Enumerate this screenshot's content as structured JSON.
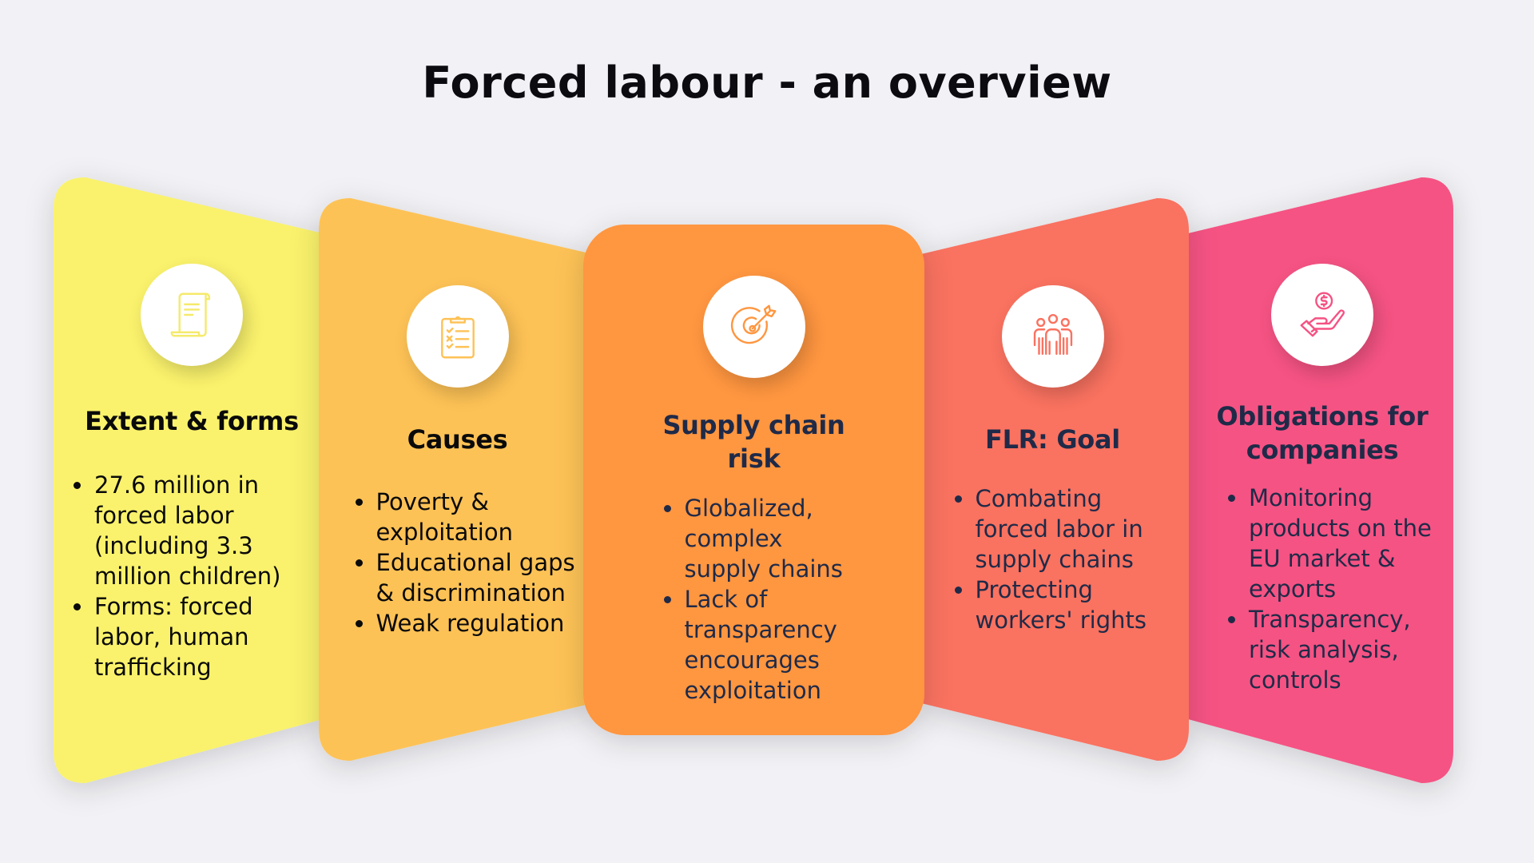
{
  "title": "Forced labour - an overview",
  "colors": {
    "background": "#f2f2f6",
    "card_1": "#faf26c",
    "card_2": "#fdc256",
    "card_3": "#ff9640",
    "card_4": "#fa7260",
    "card_5": "#f55283",
    "text_dark": "#0a0a0a",
    "text_navy": "#1f2a48"
  },
  "cards": [
    {
      "icon": "scroll-document-icon",
      "title": "Extent & forms",
      "bullets": [
        "27.6 million in forced labor (including 3.3 million children)",
        "Forms: forced labor, human trafficking"
      ]
    },
    {
      "icon": "clipboard-checklist-icon",
      "title": "Causes",
      "bullets": [
        "Poverty & exploitation",
        "Educational gaps & discrimination",
        "Weak regulation"
      ]
    },
    {
      "icon": "target-arrow-icon",
      "title": "Supply chain risk",
      "bullets": [
        "Globalized, complex supply chains",
        "Lack of transparency encourages exploitation"
      ]
    },
    {
      "icon": "people-group-icon",
      "title": "FLR: Goal",
      "bullets": [
        "Combating forced labor in supply chains",
        "Protecting workers' rights"
      ]
    },
    {
      "icon": "hand-coin-dollar-icon",
      "title": "Obligations for companies",
      "bullets": [
        "Monitoring products on the EU market & exports",
        "Transparency, risk analysis, controls"
      ]
    }
  ]
}
